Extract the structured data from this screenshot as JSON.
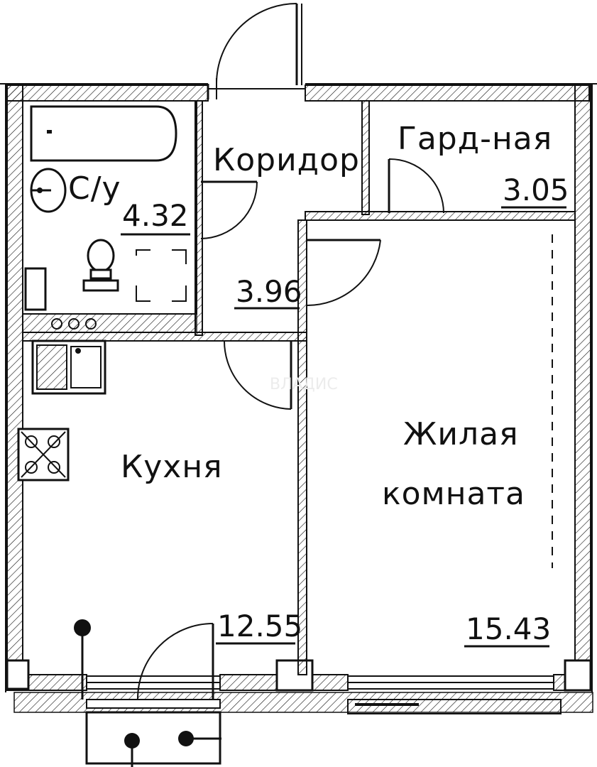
{
  "rooms": {
    "corridor": {
      "label": "Коридор",
      "area": "3.96"
    },
    "wardrobe": {
      "label": "Гард-ная",
      "area": "3.05"
    },
    "bathroom": {
      "label": "С/у",
      "area": "4.32"
    },
    "kitchen": {
      "label": "Кухня",
      "area": "12.55"
    },
    "living": {
      "label_line1": "Жилая",
      "label_line2": "комната",
      "area": "15.43"
    }
  },
  "watermark": "ВЛАДИС",
  "colors": {
    "ink": "#111111",
    "background": "#ffffff"
  }
}
